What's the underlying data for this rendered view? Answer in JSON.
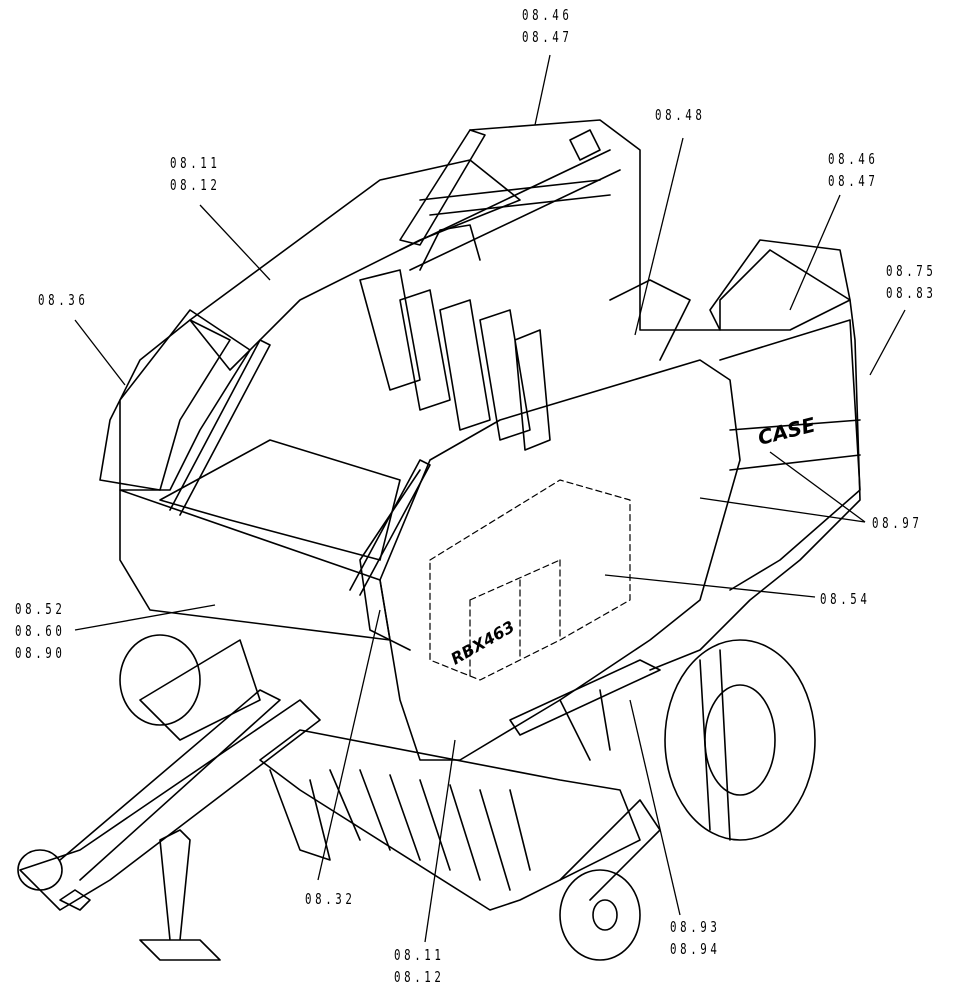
{
  "callouts": [
    {
      "id": "c1",
      "lines": [
        "08.46",
        "08.47"
      ]
    },
    {
      "id": "c2",
      "lines": [
        "08.48"
      ]
    },
    {
      "id": "c3",
      "lines": [
        "08.11",
        "08.12"
      ]
    },
    {
      "id": "c4",
      "lines": [
        "08.46",
        "08.47"
      ]
    },
    {
      "id": "c5",
      "lines": [
        "08.36"
      ]
    },
    {
      "id": "c6",
      "lines": [
        "08.75",
        "08.83"
      ]
    },
    {
      "id": "c7",
      "lines": [
        "08.97"
      ]
    },
    {
      "id": "c8",
      "lines": [
        "08.54"
      ]
    },
    {
      "id": "c9",
      "lines": [
        "08.52",
        "08.60",
        "08.90"
      ]
    },
    {
      "id": "c10",
      "lines": [
        "08.32"
      ]
    },
    {
      "id": "c11",
      "lines": [
        "08.93",
        "08.94"
      ]
    },
    {
      "id": "c12",
      "lines": [
        "08.11",
        "08.12"
      ]
    }
  ],
  "machine": {
    "brand_logo_text": "CASE",
    "model_decal_text": "RBX463"
  },
  "colors": {
    "line": "#000000",
    "background": "#ffffff"
  }
}
